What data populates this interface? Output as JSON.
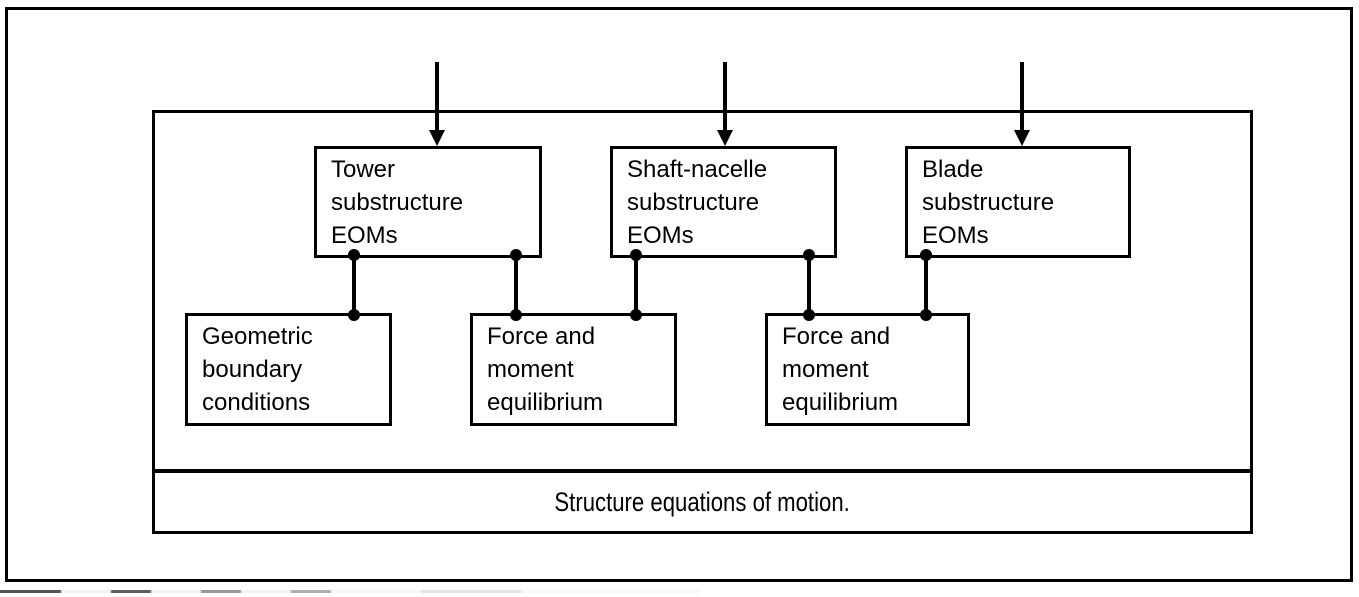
{
  "diagram": {
    "title": "Structure equations of motion.",
    "caption": "Structure equations of motion.",
    "stroke_color": "#000000",
    "background_color": "#ffffff",
    "nodes": [
      {
        "id": "tower",
        "lines": [
          "Tower",
          "substructure",
          "EOMs"
        ]
      },
      {
        "id": "shaft-nacelle",
        "lines": [
          "Shaft-nacelle",
          "substructure",
          "EOMs"
        ]
      },
      {
        "id": "blade",
        "lines": [
          "Blade",
          "substructure",
          "EOMs"
        ]
      },
      {
        "id": "geometric-boundary-conditions",
        "lines": [
          "Geometric",
          "boundary",
          "conditions"
        ]
      },
      {
        "id": "force-and-moment-equilibrium-1",
        "lines": [
          "Force and",
          "moment",
          "equilibrium"
        ]
      },
      {
        "id": "force-and-moment-equilibrium-2",
        "lines": [
          "Force and",
          "moment",
          "equilibrium"
        ]
      }
    ],
    "arrows": [
      {
        "id": "arrow-into-tower",
        "target": "tower"
      },
      {
        "id": "arrow-into-shaft-nacelle",
        "target": "shaft-nacelle"
      },
      {
        "id": "arrow-into-blade",
        "target": "blade"
      }
    ],
    "connectors": [
      {
        "id": "tower-to-geometric",
        "from": "tower",
        "to": "geometric-boundary-conditions"
      },
      {
        "id": "tower-to-force-1",
        "from": "tower",
        "to": "force-and-moment-equilibrium-1"
      },
      {
        "id": "shaft-to-force-1",
        "from": "shaft-nacelle",
        "to": "force-and-moment-equilibrium-1"
      },
      {
        "id": "shaft-to-force-2",
        "from": "shaft-nacelle",
        "to": "force-and-moment-equilibrium-2"
      },
      {
        "id": "blade-to-force-2",
        "from": "blade",
        "to": "force-and-moment-equilibrium-2"
      }
    ]
  }
}
